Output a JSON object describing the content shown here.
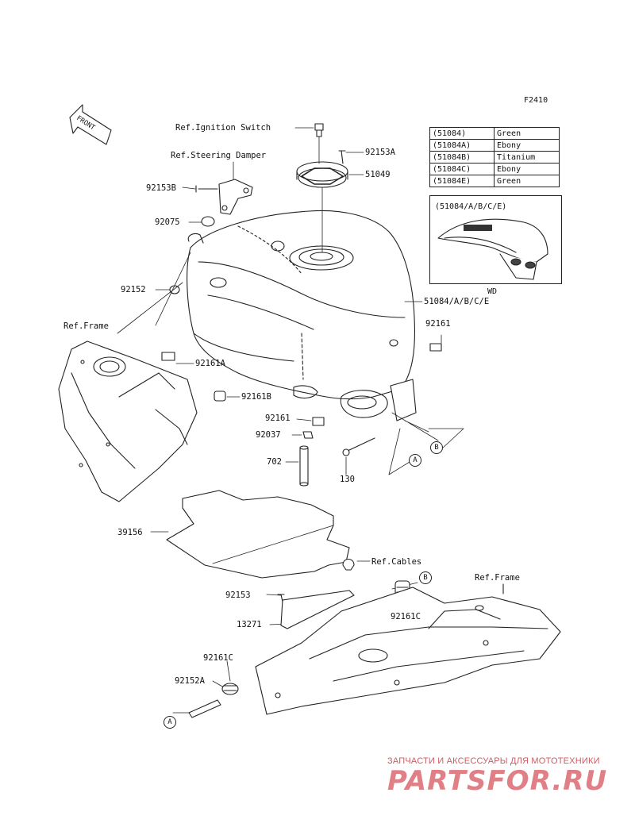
{
  "diagram_code": "F2410",
  "front_arrow_label": "FRONT",
  "color_table": [
    {
      "code": "(51084)",
      "color": "Green"
    },
    {
      "code": "(51084A)",
      "color": "Ebony"
    },
    {
      "code": "(51084B)",
      "color": "Titanium"
    },
    {
      "code": "(51084C)",
      "color": "Ebony"
    },
    {
      "code": "(51084E)",
      "color": "Green"
    }
  ],
  "variant_box_title": "(51084/A/B/C/E)",
  "variant_caption": "WD",
  "labels": {
    "ref_ignition": "Ref.Ignition Switch",
    "ref_steering": "Ref.Steering Damper",
    "p92153a": "92153A",
    "p51049": "51049",
    "p92153b": "92153B",
    "p92075": "92075",
    "p92152": "92152",
    "p51084": "51084/A/B/C/E",
    "ref_frame_left": "Ref.Frame",
    "p92161_right": "92161",
    "p92161a": "92161A",
    "p92161b": "92161B",
    "p92161_mid": "92161",
    "p92037": "92037",
    "p702": "702",
    "p130": "130",
    "p39156": "39156",
    "ref_cables": "Ref.Cables",
    "ref_frame_right": "Ref.Frame",
    "p92153": "92153",
    "p13271": "13271",
    "p92161c_right": "92161C",
    "p92161c_left": "92161C",
    "p92152a": "92152A"
  },
  "callouts": {
    "a": "A",
    "b": "B"
  },
  "watermark": {
    "subtitle": "ЗАПЧАСТИ И АКСЕССУАРЫ ДЛЯ МОТОТЕХНИКИ",
    "brand": "PARTSFOR.RU"
  },
  "colors": {
    "line": "#222222",
    "watermark": "#e07f86"
  }
}
